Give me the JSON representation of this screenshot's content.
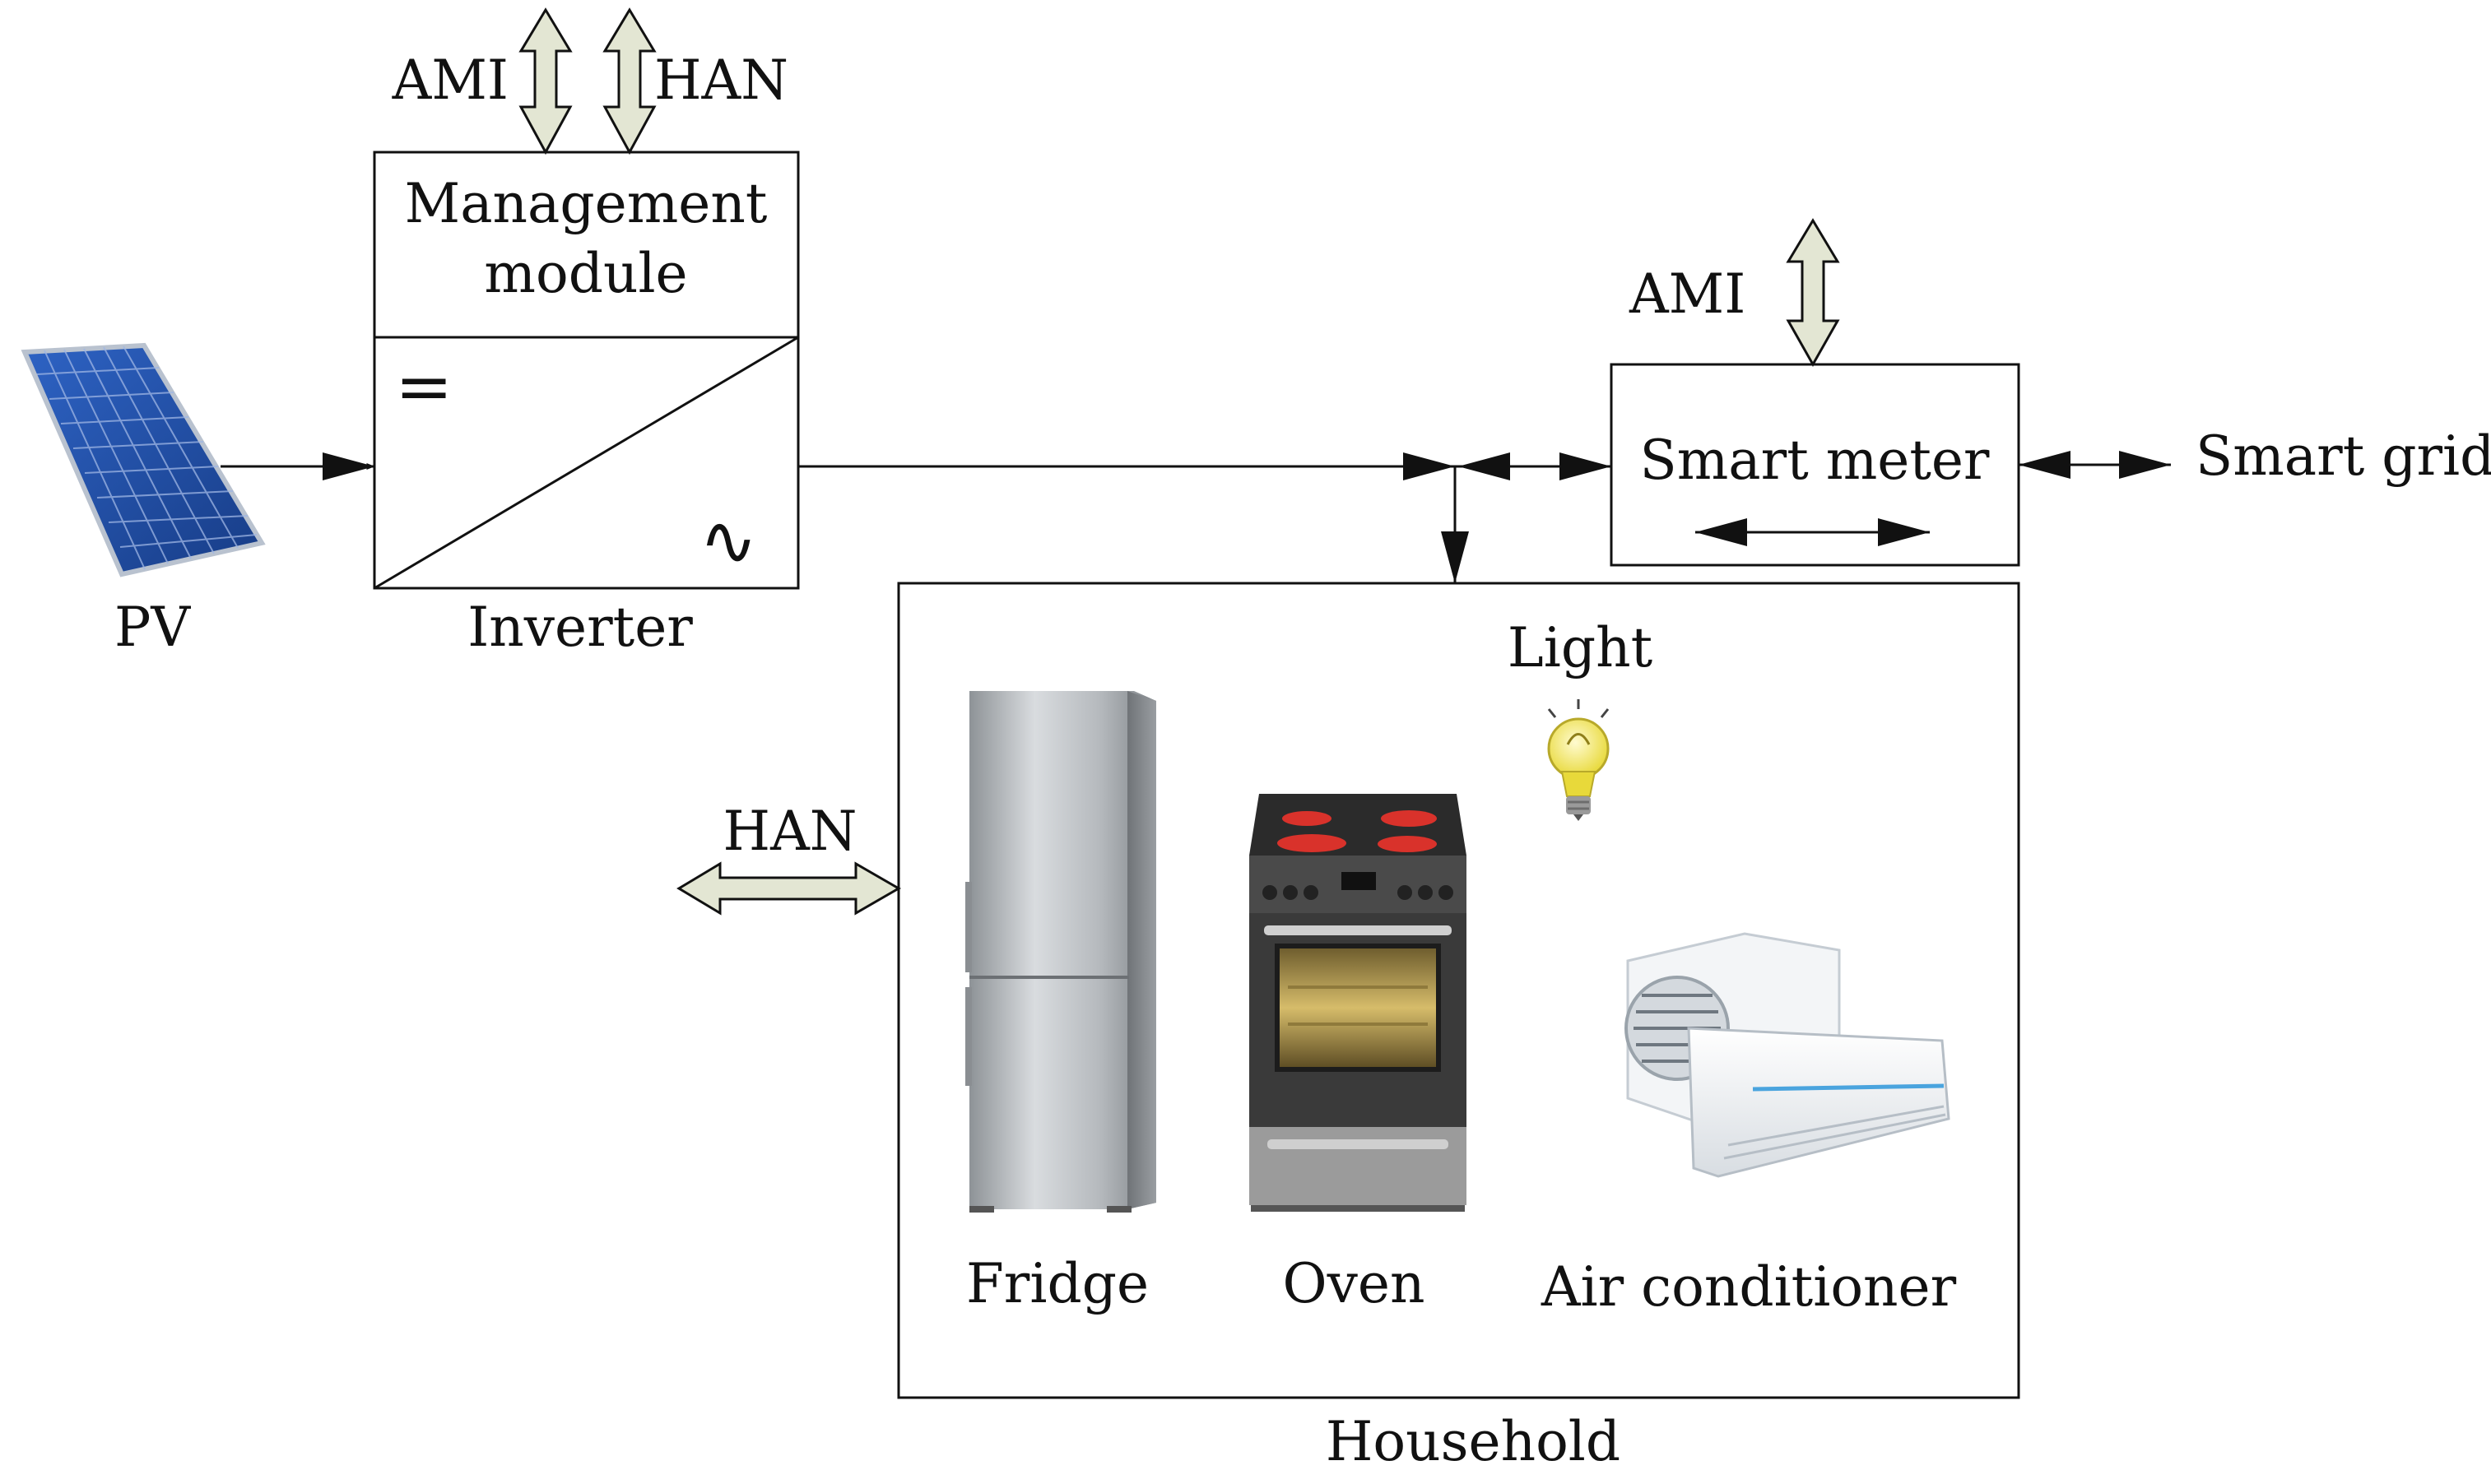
{
  "labels": {
    "ami_top": "AMI",
    "han_top": "HAN",
    "management_line1": "Management",
    "management_line2": "module",
    "inverter": "Inverter",
    "pv": "PV",
    "ami_meter": "AMI",
    "smart_meter": "Smart meter",
    "smart_grid": "Smart grid",
    "han_household": "HAN",
    "light": "Light",
    "fridge": "Fridge",
    "oven": "Oven",
    "air_conditioner": "Air conditioner",
    "household": "Household"
  },
  "inverter_symbols": {
    "dc": "=",
    "ac": "∿"
  },
  "colors": {
    "line": "#111111",
    "comm_arrow_fill": "#e3e6d3",
    "solar_panel": "#1f4fa6",
    "fridge": "#b7bcc0",
    "oven_body": "#3a3a3a",
    "oven_burner": "#d9322b",
    "oven_window": "#b89a4a",
    "ac_unit": "#eef1f4",
    "bulb": "#f3ec6b"
  },
  "icons": [
    "solar-panel-icon",
    "fridge-icon",
    "oven-icon",
    "light-bulb-icon",
    "air-conditioner-icon"
  ]
}
